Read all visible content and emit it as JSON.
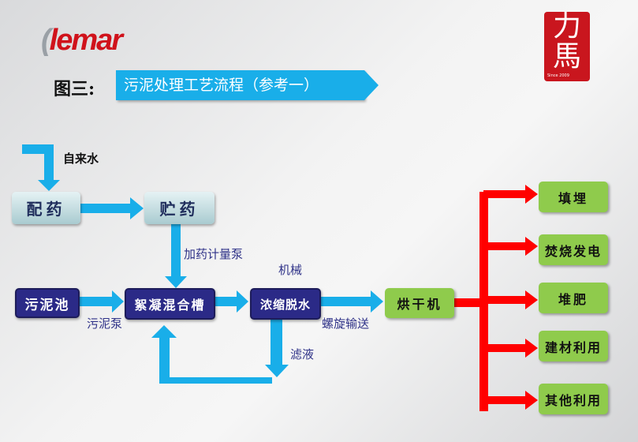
{
  "header": {
    "logo": "Clemar",
    "seal_text": "力馬",
    "seal_since": "Since 2009",
    "figure_label": "图三:",
    "title": "污泥处理工艺流程（参考一）"
  },
  "colors": {
    "flow_arrow": "#19aee9",
    "output_arrow": "#ff0000",
    "banner": "#19aee9",
    "process_box": "#2b2a87",
    "output_box": "#8fcb4c"
  },
  "nodes": {
    "tap_water": "自来水",
    "mix_agent": "配药",
    "store_agent": "贮药",
    "sludge_pool": "污泥池",
    "flocculation_tank": "絮凝混合槽",
    "thicken_dewater": "浓缩脱水",
    "dryer": "烘干机"
  },
  "edge_labels": {
    "dosing_pump": "加药计量泵",
    "mechanical": "机械",
    "sludge_pump": "污泥泵",
    "screw_conveyor": "螺旋输送",
    "filtrate": "滤液"
  },
  "outputs": [
    "填埋",
    "焚烧发电",
    "堆肥",
    "建材利用",
    "其他利用"
  ]
}
